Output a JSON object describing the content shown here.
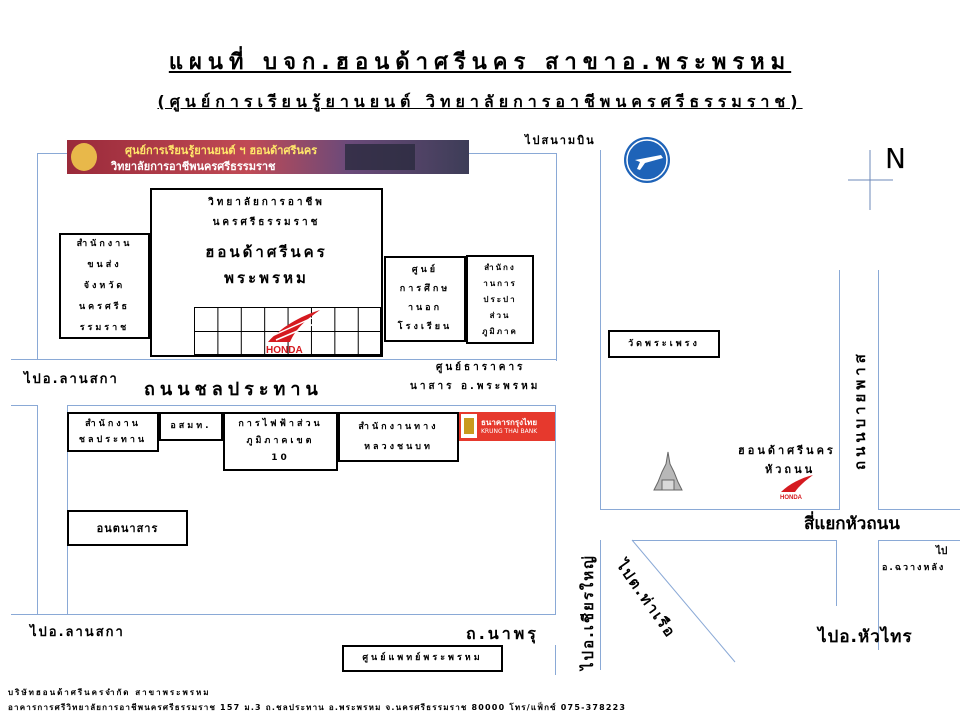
{
  "title": {
    "line1": "แผนที่ บจก.ฮอนด้าศรีนคร สาขาอ.พระพรหม",
    "line2": "(ศูนย์การเรียนรู้ยานยนต์ วิทยาลัยการอาชีพนครศรีธรรมราช)"
  },
  "banner": {
    "line1": "ศูนย์การเรียนรู้ยานยนต์ ฯ ฮอนด้าศรีนคร",
    "line2": "วิทยาลัยการอาชีพนครศรีธรรมราช"
  },
  "north": "N",
  "roads": {
    "to_airport": "ไปสนามบิน",
    "to_lansaka_top": "ไปอ.ลานสกา",
    "chonprathan": "ถนนชลประทาน",
    "to_lansaka_bottom": "ไปอ.ลานสกา",
    "naphru": "ถ.นาพรุ",
    "to_chianyai": "ไปอ.เชียรใหญ่",
    "to_tha_ruea": "ไปต.ท่าเรือ",
    "hua_thanon_intersection": "สี่แยกหัวถนน",
    "to_hua_sai": "ไปอ.หัวไทร",
    "to_chaloem_line1": "ไป",
    "to_chaloem_line2": "อ.ฉวางหลัง",
    "vertical_right": "ถนนบายพาส"
  },
  "places": {
    "college_line1": "วิทยาลัยการอาชีพ",
    "college_line2": "นครศรีธรรมราช",
    "honda_line1": "ฮอนด้าศรีนคร",
    "honda_line2": "พระพรหม",
    "transport_office": [
      "สำนักงาน",
      "ขนส่ง",
      "จังหวัด",
      "นครศรีธ",
      "รรมราช"
    ],
    "education_center": [
      "ศูนย์",
      "การศึกษ",
      "านอก",
      "โรงเรียน"
    ],
    "irrigation_office": [
      "สำนักง",
      "านการ",
      "ประปา",
      "ส่วน",
      "ภูมิภาค"
    ],
    "wat": "วัดพระเพรง",
    "bank_branch_line1": "ศูนย์ธาราคาร",
    "bank_branch_line2": "นาสาร อ.พระพรหม",
    "chonprathan_office": [
      "สำนักงาน",
      "ชลประทาน"
    ],
    "osmo": "อสมท.",
    "electricity_line1": "การไฟฟ้าส่วน",
    "electricity_line2": "ภูมิภาคเขต",
    "electricity_line3": "10",
    "highway_line1": "สำนักงานทาง",
    "highway_line2": "หลวงชนบท",
    "bank_sign_line1": "ธนาคารกรุงไทย",
    "bank_sign_line2": "KRUNG THAI BANK",
    "nasan": "อนตนาสาร",
    "honda_hua_thanon_line1": "ฮอนด้าศรีนคร",
    "honda_hua_thanon_line2": "หัวถนน",
    "phraphrom_shop": "ศูนย์แพทย์พระพรหม"
  },
  "honda_logo_text": "HONDA",
  "footer": {
    "line1": "บริษัทฮอนด้าศรีนครจำกัด  สาขาพระพรหม",
    "line2": "อาคารการศรีวิทยาลัยการอาชีพนครศรีธรรมราช 157 ม.3 ถ.ชลประทาน อ.พระพรหม จ.นครศรีธรรมราช 80000 โทร/แฟ็กซ์ 075-378223"
  },
  "colors": {
    "road": "#8aa9d6",
    "airport_icon": "#1e63b8",
    "honda_red": "#d51a20",
    "bank_red": "#e6392d"
  }
}
